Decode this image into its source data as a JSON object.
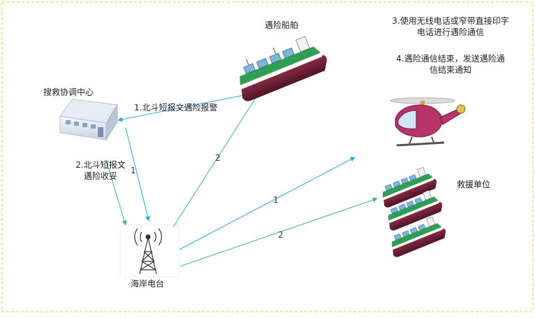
{
  "nodes": {
    "distress_ship": "遇险船舶",
    "sar_center": "搜救协调中心",
    "coast_station": "海岸电台",
    "rescue_units": "救援单位"
  },
  "steps": {
    "step1": "1.北斗短报文遇险报警",
    "step2_line1": "2.北斗短报文",
    "step2_line2": "遇险收妥",
    "step3_line1": "3.使用无线电话或窄带直接印字",
    "step3_line2": "电话进行遇险通信",
    "step4_line1": "4.遇险通信结束，发送遇险通",
    "step4_line2": "信结束通知"
  },
  "link_numbers": {
    "center_to_station": "1",
    "station_to_ship": "2",
    "station_to_rescue_blue": "1",
    "station_to_rescue_green": "2"
  },
  "colors": {
    "blue_arrow": "#29a8e0",
    "green_arrow": "#3cb878",
    "frame": "#f0c04a",
    "ship_hull": "#6b1f36",
    "ship_deck": "#2f9e55",
    "helicopter_body": "#b8336a"
  }
}
